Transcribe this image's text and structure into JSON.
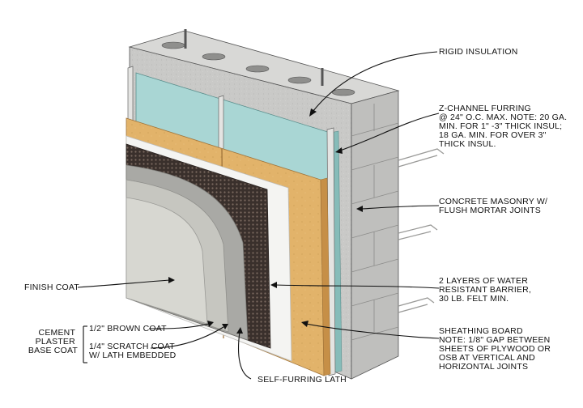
{
  "labels": {
    "rigid_insulation": [
      "RIGID INSULATION"
    ],
    "z_channel": [
      "Z-CHANNEL FURRING",
      "@ 24\" O.C. MAX.  NOTE: 20 GA.",
      "MIN. FOR 1\" -3\" THICK INSUL;",
      "18 GA. MIN. FOR OVER 3\"",
      "THICK INSUL."
    ],
    "masonry": [
      "CONCRETE MASONRY W/",
      "FLUSH MORTAR JOINTS"
    ],
    "water_barrier": [
      "2 LAYERS OF WATER",
      "RESISTANT BARRIER,",
      "30 LB. FELT MIN."
    ],
    "sheathing": [
      "SHEATHING BOARD",
      "NOTE: 1/8\" GAP BETWEEN",
      "SHEETS OF PLYWOOD OR",
      "OSB AT VERTICAL AND",
      "HORIZONTAL JOINTS"
    ],
    "finish_coat": [
      "FINISH COAT"
    ],
    "cement_base": [
      "CEMENT",
      "PLASTER",
      "BASE COAT"
    ],
    "brown_coat": [
      "1/2\" BROWN COAT"
    ],
    "scratch_coat": [
      "1/4\" SCRATCH COAT",
      "W/ LATH EMBEDDED"
    ],
    "lath": [
      "SELF-FURRING LATH"
    ]
  },
  "colors": {
    "masonry": "#c9c9c7",
    "masonry_top": "#d8d8d6",
    "insulation": "#a9d6d4",
    "plywood": "#e2b36a",
    "felt_white": "#f4f4f2",
    "lath_dark": "#3a302c",
    "scratch": "#a9a9a5",
    "brown": "#c6c6c0",
    "finish": "#d7d7d1"
  }
}
